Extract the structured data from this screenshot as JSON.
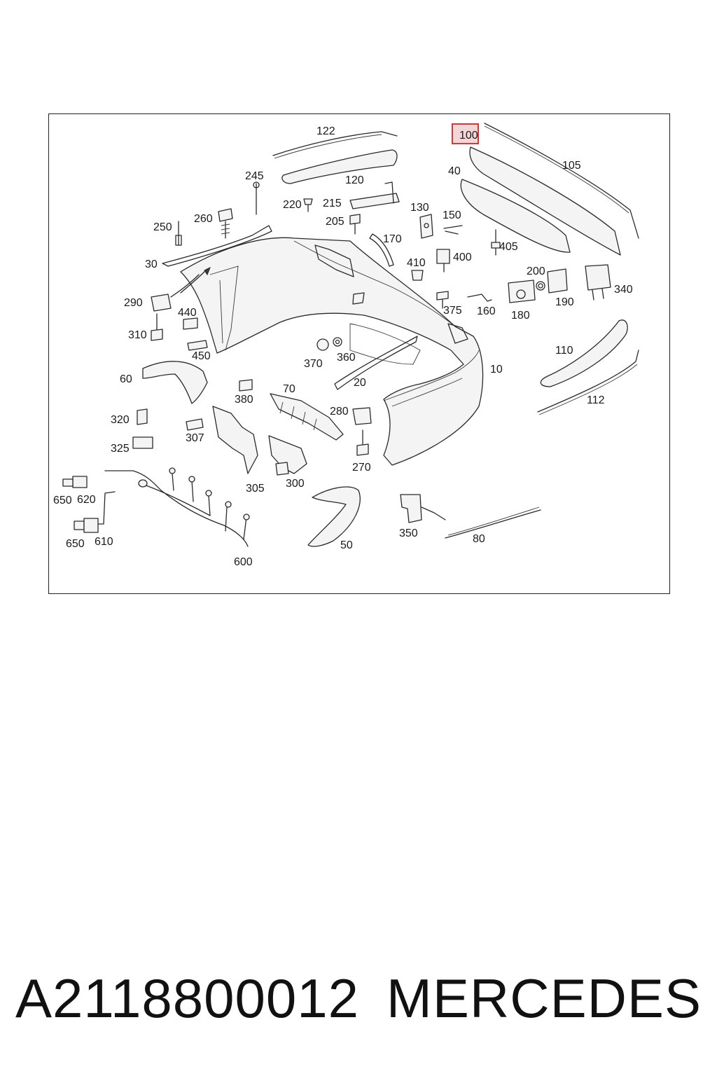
{
  "diagram": {
    "highlighted_part": "100",
    "labels": [
      "122",
      "100",
      "105",
      "40",
      "120",
      "245",
      "220",
      "215",
      "205",
      "260",
      "250",
      "130",
      "150",
      "170",
      "405",
      "30",
      "410",
      "400",
      "200",
      "340",
      "190",
      "290",
      "375",
      "160",
      "180",
      "440",
      "310",
      "450",
      "370",
      "360",
      "20",
      "110",
      "10",
      "60",
      "380",
      "70",
      "112",
      "280",
      "320",
      "307",
      "325",
      "270",
      "305",
      "300",
      "650",
      "620",
      "610",
      "600",
      "50",
      "350",
      "80"
    ]
  },
  "caption": {
    "part_number": "A2118800012",
    "brand": "MERCEDES"
  },
  "colors": {
    "highlight_border": "#d23a3a",
    "highlight_fill": "#f3d6d8",
    "line": "#2a2a2a"
  }
}
